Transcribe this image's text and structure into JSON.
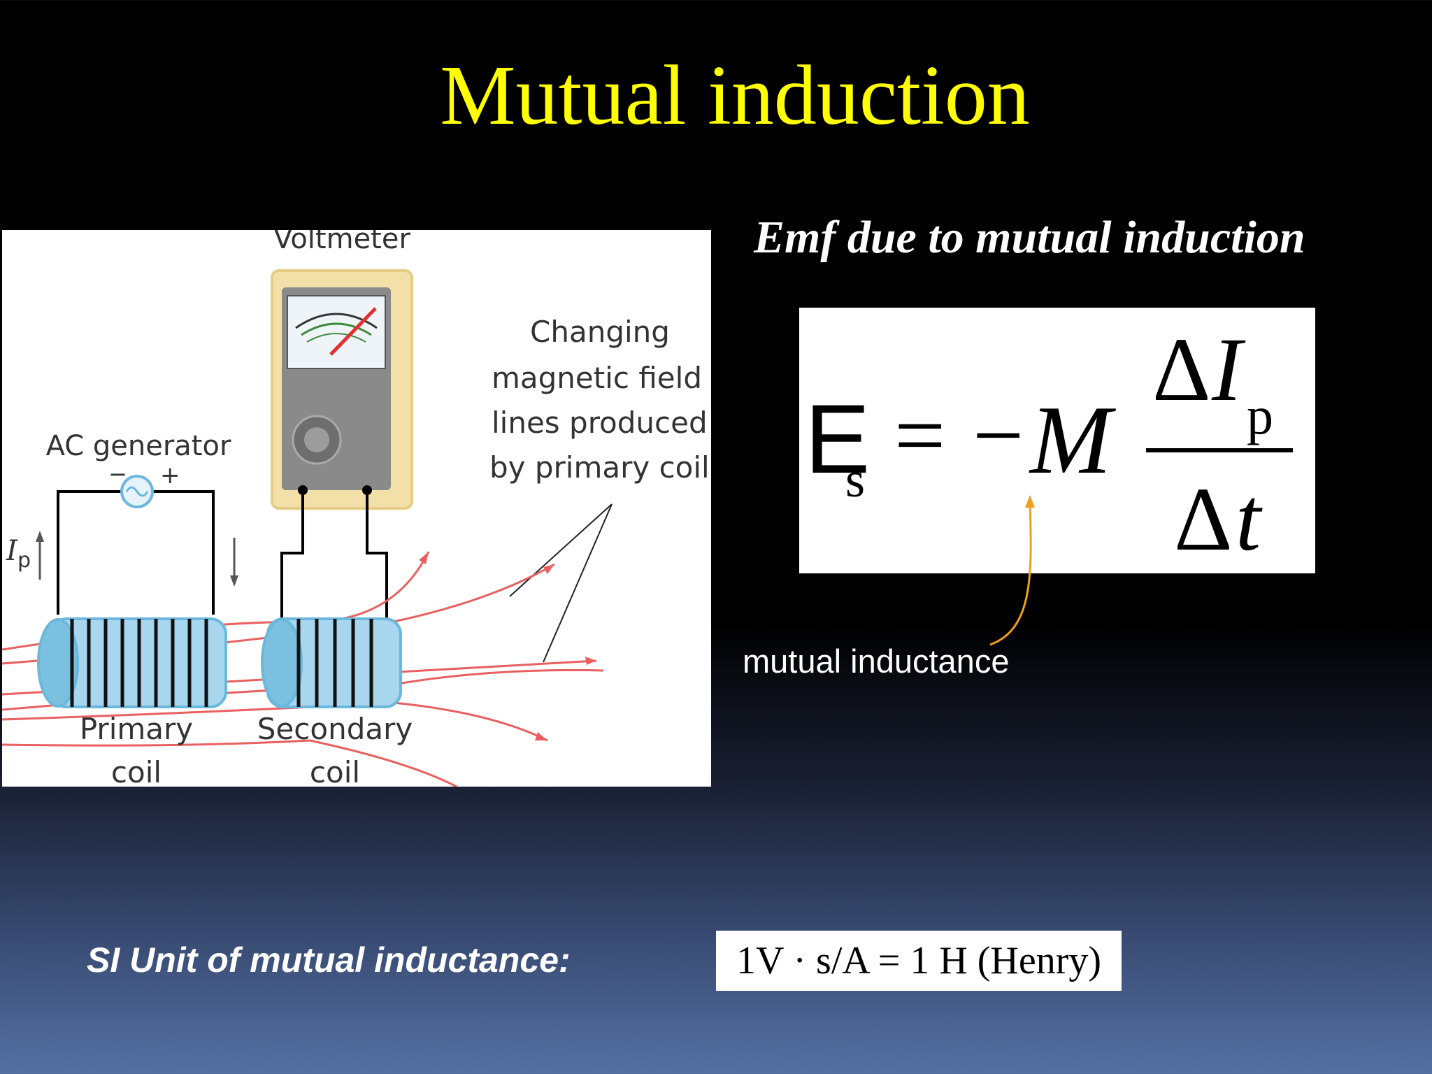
{
  "slide": {
    "title": "Mutual induction",
    "subtitle": "Emf due to mutual induction"
  },
  "figure": {
    "voltmeter_label": "Voltmeter",
    "field_caption_lines": [
      "Changing",
      "magnetic field",
      "lines produced",
      "by primary coil"
    ],
    "generator_label": "AC generator",
    "minus_sign": "−",
    "plus_sign": "+",
    "current_label": "I",
    "current_subscript": "p",
    "primary_label_lines": [
      "Primary",
      "coil"
    ],
    "secondary_label_lines": [
      "Secondary",
      "coil"
    ]
  },
  "formula": {
    "emf_symbol": "E",
    "emf_subscript": "s",
    "equals": "=",
    "minus": "−",
    "inductance_symbol": "M",
    "numerator_delta": "Δ",
    "numerator_symbol": "I",
    "numerator_subscript": "p",
    "denominator_delta": "Δ",
    "denominator_symbol": "t",
    "annotation": "mutual inductance"
  },
  "units": {
    "label": "SI Unit of mutual inductance:",
    "expression": "1V · s/A = 1 H  (Henry)"
  },
  "colors": {
    "title": "#ffff00",
    "field_lines": "#e86060",
    "annotation_arrow": "#f0a020",
    "coil": "#6ab8dc"
  }
}
